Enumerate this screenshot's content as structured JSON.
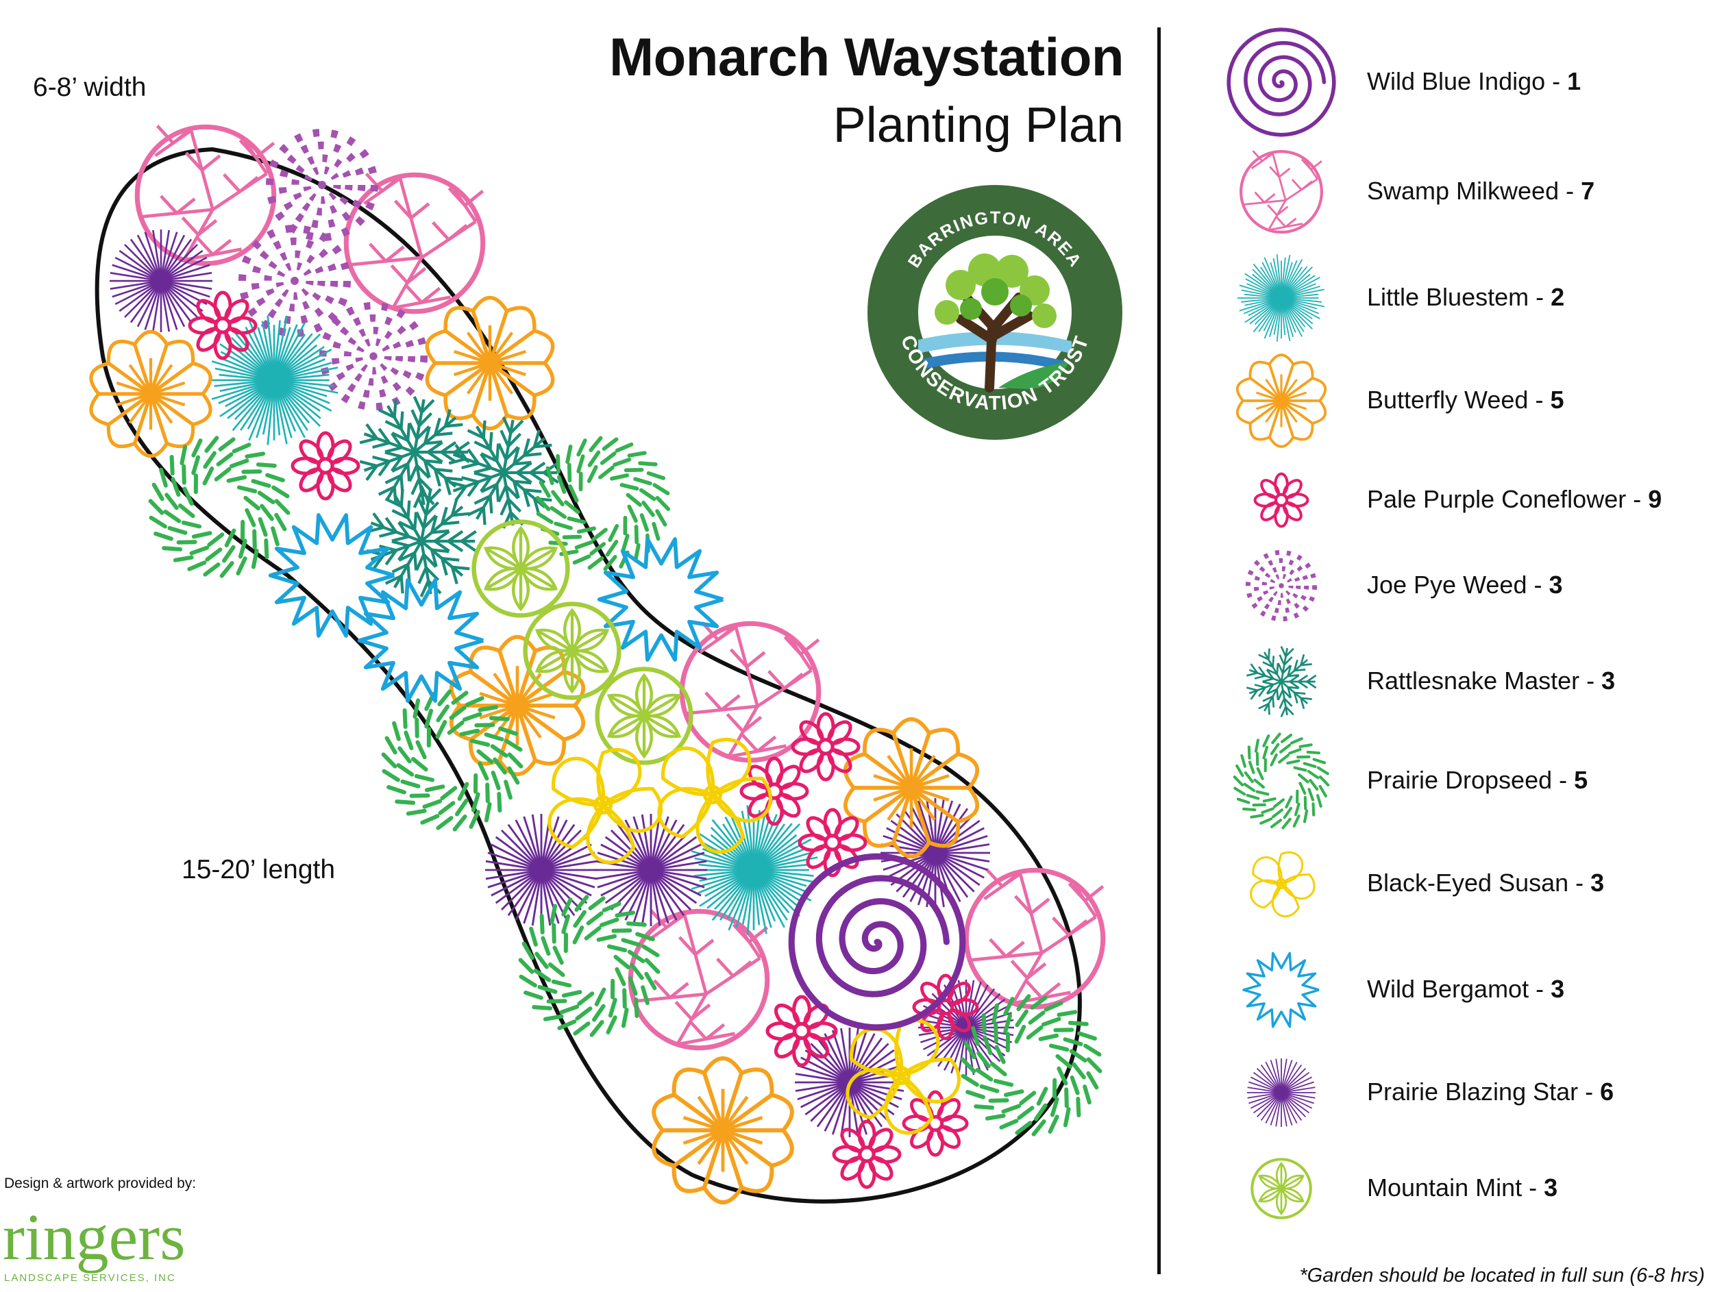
{
  "title": {
    "line1": "Monarch Waystation",
    "line2": "Planting Plan"
  },
  "dimensions": {
    "width": "6-8’ width",
    "length": "15-20’ length"
  },
  "legend": [
    {
      "name": "Wild Blue Indigo",
      "separator": " - ",
      "count": "1",
      "icon": "spiral-icon",
      "color": "#7b2d9b"
    },
    {
      "name": "Swamp Milkweed",
      "separator": " - ",
      "count": "7",
      "icon": "branching-circle-icon",
      "color": "#ea6aa6"
    },
    {
      "name": "Little Bluestem",
      "separator": " - ",
      "count": "2",
      "icon": "radiating-lines-icon",
      "color": "#1fb2b5"
    },
    {
      "name": "Butterfly Weed",
      "separator": " - ",
      "count": "5",
      "icon": "scalloped-star-icon",
      "color": "#f6a11d"
    },
    {
      "name": "Pale Purple Coneflower",
      "separator": " - ",
      "count": "9",
      "icon": "flower-icon",
      "color": "#e61c6b"
    },
    {
      "name": "Joe Pye Weed",
      "separator": " - ",
      "count": "3",
      "icon": "concentric-dash-icon",
      "color": "#a551b0"
    },
    {
      "name": "Rattlesnake Master",
      "separator": " - ",
      "count": "3",
      "icon": "fern-burst-icon",
      "color": "#1a8c78"
    },
    {
      "name": "Prairie Dropseed",
      "separator": " - ",
      "count": "5",
      "icon": "dashed-ring-icon",
      "color": "#35b150"
    },
    {
      "name": "Black-Eyed Susan",
      "separator": " - ",
      "count": "3",
      "icon": "petal-swirl-icon",
      "color": "#f5d000"
    },
    {
      "name": "Wild Bergamot",
      "separator": " - ",
      "count": "3",
      "icon": "spiky-ring-icon",
      "color": "#1aa3dc"
    },
    {
      "name": "Prairie Blazing Star",
      "separator": " - ",
      "count": "6",
      "icon": "fine-burst-icon",
      "color": "#6a2a96"
    },
    {
      "name": "Mountain Mint",
      "separator": " - ",
      "count": "3",
      "icon": "leaf-circle-icon",
      "color": "#a3cd3a"
    }
  ],
  "logo": {
    "top_text": "BARRINGTON AREA",
    "bottom_text": "CONSERVATION TRUST",
    "ring_color": "#3e6b3a"
  },
  "credit": {
    "text": "Design & artwork provided by:",
    "brand": "ringers",
    "brand_sub": "LANDSCAPE SERVICES, INC",
    "brand_color": "#6cb33f"
  },
  "footnote": "*Garden should be located in full sun (6-8 hrs)"
}
